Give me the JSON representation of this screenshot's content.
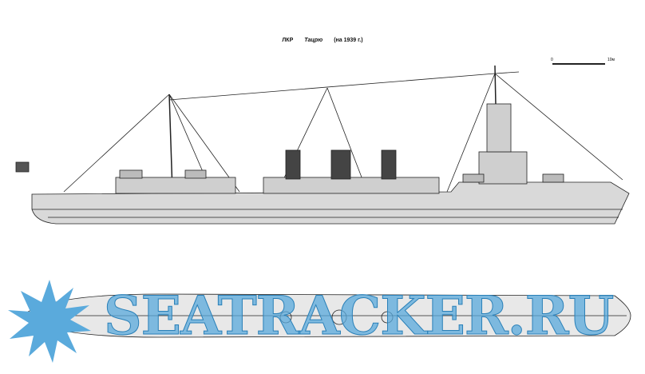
{
  "title": {
    "type": "ЛКР",
    "name": "Тацрю",
    "date": "(на 1939 г.)"
  },
  "scale": {
    "start": "0",
    "end": "10м"
  },
  "watermark": "SEATRACKER.RU",
  "colors": {
    "hull": "#d8d8d8",
    "watermark": "#5aaadc",
    "line": "#222222"
  }
}
